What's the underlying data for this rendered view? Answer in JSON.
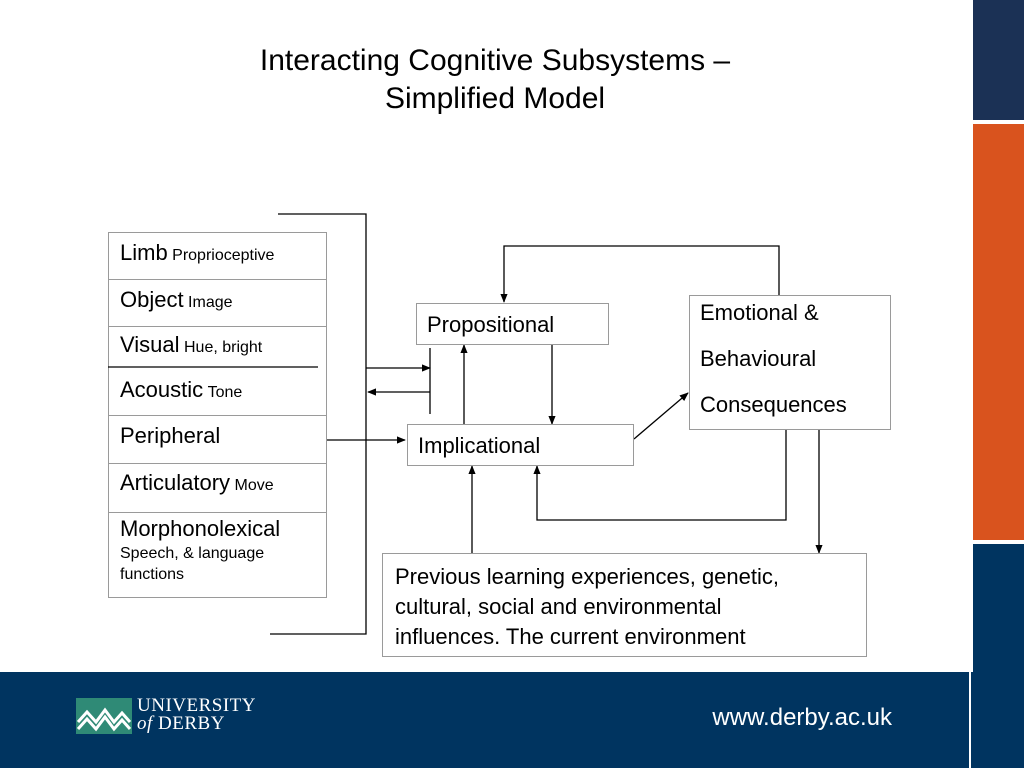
{
  "title_line1": "Interacting Cognitive Subsystems –",
  "title_line2": "Simplified Model",
  "subsystems": [
    {
      "main": "Limb",
      "sub": "Proprioceptive"
    },
    {
      "main": "Object",
      "sub": "Image"
    },
    {
      "main": "Visual",
      "sub": "Hue, bright"
    },
    {
      "main": "Acoustic",
      "sub": "Tone"
    },
    {
      "main": "Peripheral",
      "sub": ""
    },
    {
      "main": "Articulatory",
      "sub": "Move"
    },
    {
      "main": "Morphonolexical",
      "sub": "Speech, & language functions"
    }
  ],
  "propositional": "Propositional",
  "implicational": "Implicational",
  "emotional": {
    "line1": "Emotional &",
    "line2": "Behavioural",
    "line3": "Consequences"
  },
  "previous": {
    "line1": "Previous learning experiences, genetic,",
    "line2": "cultural, social and environmental",
    "line3": "influences. The current environment"
  },
  "footer": {
    "logo_line1": "UNIVERSITY",
    "logo_of": "of",
    "logo_line2": "DERBY",
    "url": "www.derby.ac.uk"
  },
  "colors": {
    "navy": "#003460",
    "sidebar_top": "#1b3155",
    "orange": "#d9531e",
    "logo_green": "#2f8a76"
  }
}
